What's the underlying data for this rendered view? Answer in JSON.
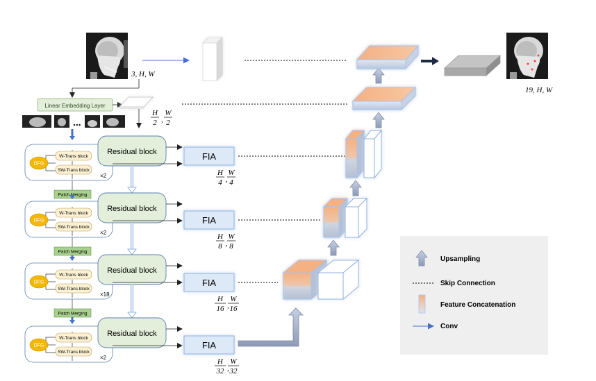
{
  "input": {
    "dims": "3, H, W"
  },
  "output": {
    "dims": "19, H, W"
  },
  "linear_embedding": "Linear Embedding Layer",
  "stages": [
    {
      "residual": "Residual block",
      "fia": "FIA",
      "repeat": "×2",
      "h_num": "H",
      "h_den": "4",
      "w_num": "W",
      "w_den": "4"
    },
    {
      "residual": "Residual block",
      "fia": "FIA",
      "repeat": "×2",
      "h_num": "H",
      "h_den": "8",
      "w_num": "W",
      "w_den": "8"
    },
    {
      "residual": "Residual block",
      "fia": "FIA",
      "repeat": "×18",
      "h_num": "H",
      "h_den": "16",
      "w_num": "W",
      "w_den": "16"
    },
    {
      "residual": "Residual block",
      "fia": "FIA",
      "repeat": "×2",
      "h_num": "H",
      "h_den": "32",
      "w_num": "W",
      "w_den": "32"
    }
  ],
  "half_res": {
    "h_num": "H",
    "h_den": "2",
    "w_num": "W",
    "w_den": "2"
  },
  "dfg": "DFG",
  "w_trans": "W-Trans block",
  "sw_trans": "SW-Trans block",
  "patch_merging": "Patch Merging",
  "ellipsis": "...",
  "legend": {
    "upsampling": "Upsampling",
    "skip": "Skip Connection",
    "concat": "Feature Concatenation",
    "conv": "Conv"
  },
  "colors": {
    "residual_fill": "#e3efda",
    "residual_stroke": "#5a7fb0",
    "fia_fill": "#dde9f7",
    "fia_stroke": "#9cbde6",
    "dfg_fill": "#f5b800",
    "trans_fill": "#fdf1d3",
    "patch_fill": "#a9d18e",
    "concat_top": "#f4b183",
    "arrow_blue": "#4472c4",
    "legend_bg": "#efefef"
  }
}
